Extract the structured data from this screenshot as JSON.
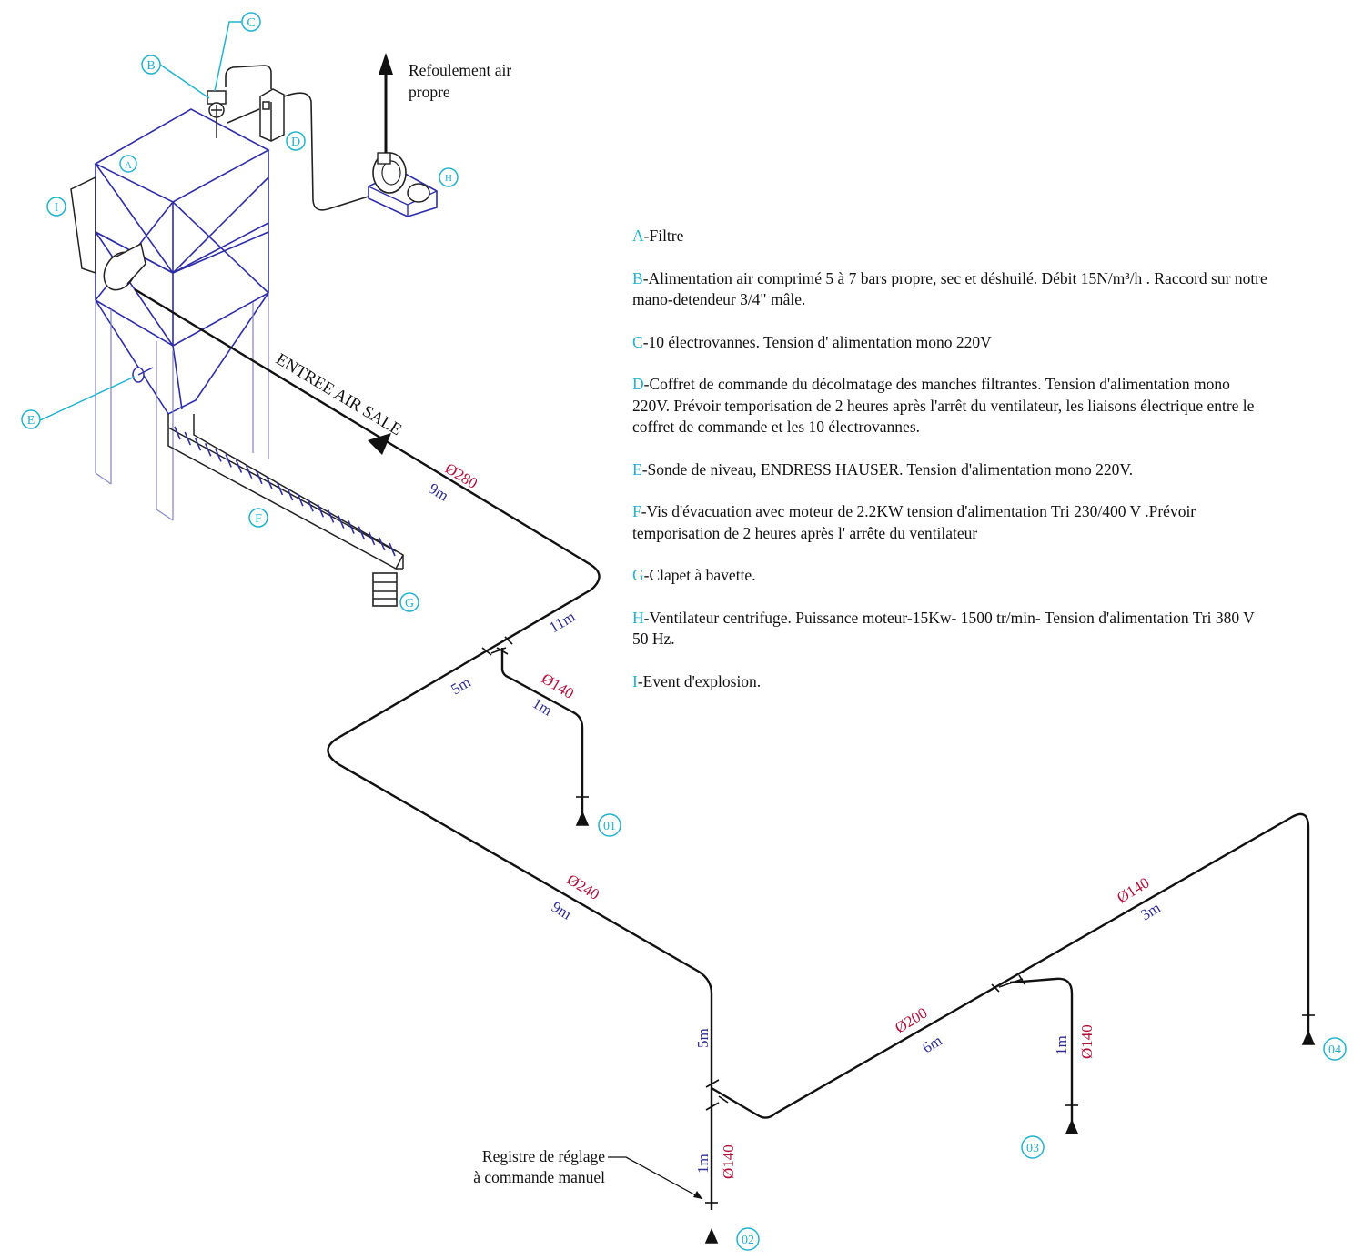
{
  "colors": {
    "pipe": "#111111",
    "filter_outline": "#2e2ea8",
    "callout": "#22b2cc",
    "diameter_label": "#b0113a",
    "length_label": "#2e2e90"
  },
  "equipment": {
    "exhaust_label_line1": "Refoulement air",
    "exhaust_label_line2": "propre",
    "inlet_label": "ENTREE AIR SALE",
    "register_label_line1": "Registre de réglage",
    "register_label_line2": "à commande manuel"
  },
  "callouts": {
    "A": "A",
    "B": "B",
    "C": "C",
    "D": "D",
    "E": "E",
    "F": "F",
    "G": "G",
    "H": "H",
    "I": "I"
  },
  "outlets": {
    "o1": "01",
    "o2": "02",
    "o3": "03",
    "o4": "04"
  },
  "pipe_labels": {
    "d280": "Ø280",
    "l9m_a": "9m",
    "l11m": "11m",
    "l5m_a": "5m",
    "d140_a": "Ø140",
    "l1m_a": "1m",
    "d240": "Ø240",
    "l9m_b": "9m",
    "l5m_b": "5m",
    "l1m_b": "1m",
    "d140_b": "Ø140",
    "d200": "Ø200",
    "l6m": "6m",
    "l1m_c": "1m",
    "d140_c": "Ø140",
    "d140_d": "Ø140",
    "l3m": "3m"
  },
  "legend": [
    {
      "letter": "A",
      "text": "-Filtre"
    },
    {
      "letter": "B",
      "text": "-Alimentation air comprimé 5 à 7 bars propre, sec et déshuilé. Débit 15N/m³/h . Raccord sur notre mano-detendeur 3/4\" mâle."
    },
    {
      "letter": "C",
      "text": "-10 électrovannes. Tension d' alimentation mono 220V"
    },
    {
      "letter": "D",
      "text": "-Coffret de commande du décolmatage des manches filtrantes. Tension d'alimentation mono 220V. Prévoir temporisation de 2 heures après l'arrêt du ventilateur, les liaisons électrique entre le coffret de commande et les 10 électrovannes."
    },
    {
      "letter": "E",
      "text": "-Sonde de niveau, ENDRESS HAUSER. Tension d'alimentation mono 220V."
    },
    {
      "letter": "F",
      "text": "-Vis d'évacuation avec moteur de 2.2KW tension d'alimentation Tri 230/400 V .Prévoir temporisation de 2 heures après l' arrête du ventilateur"
    },
    {
      "letter": "G",
      "text": "-Clapet à bavette."
    },
    {
      "letter": "H",
      "text": "-Ventilateur centrifuge. Puissance moteur-15Kw- 1500 tr/min- Tension d'alimentation Tri 380 V 50 Hz."
    },
    {
      "letter": "I",
      "text": "-Event d'explosion."
    }
  ]
}
